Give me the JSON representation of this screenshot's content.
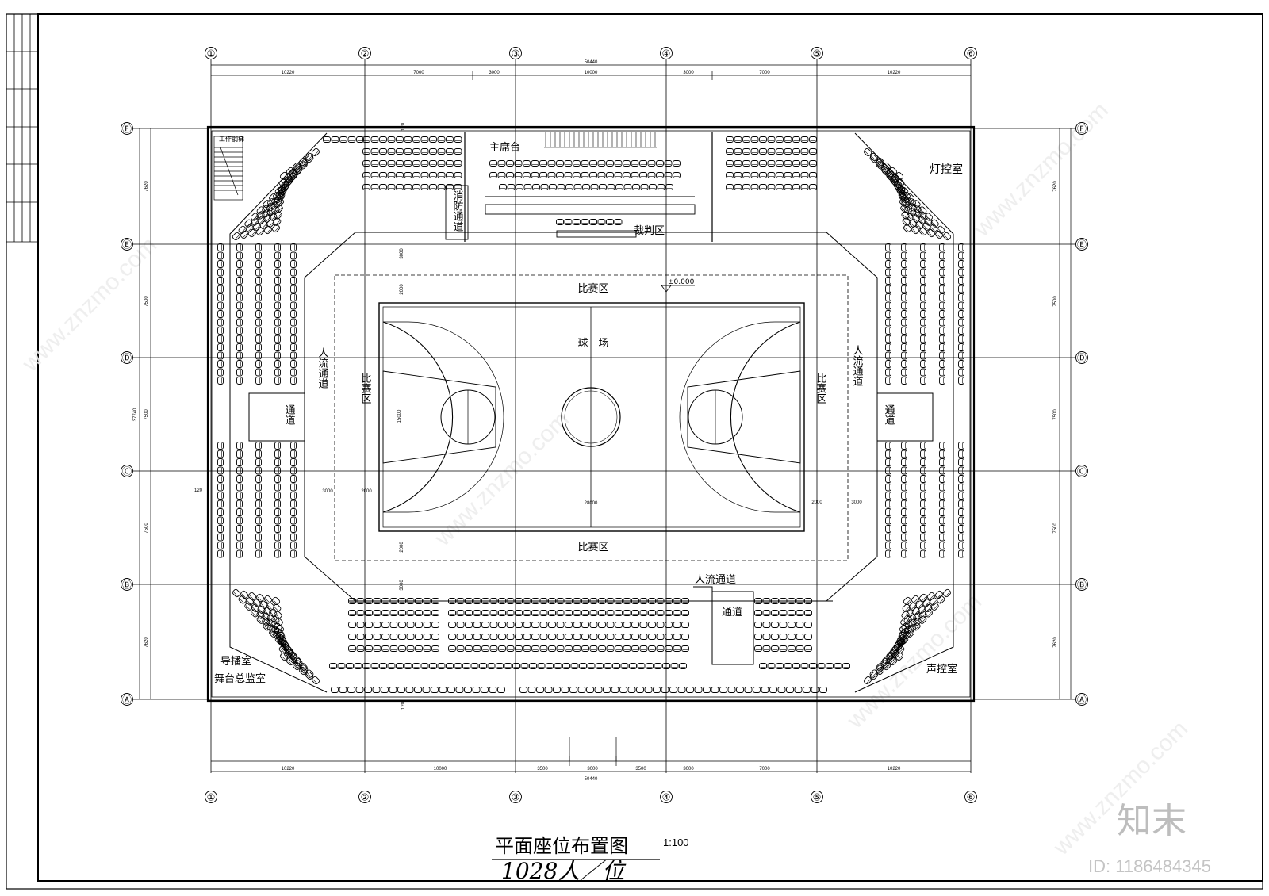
{
  "axes": {
    "columns": [
      "①",
      "②",
      "③",
      "④",
      "⑤",
      "⑥"
    ],
    "rows": [
      "Ⓕ",
      "Ⓔ",
      "Ⓓ",
      "Ⓒ",
      "Ⓑ",
      "Ⓐ"
    ]
  },
  "dimensions": {
    "top_total": "50440",
    "top_segments": [
      "10220",
      "7000",
      "3000",
      "10000",
      "3000",
      "7000",
      "10220"
    ],
    "bottom_total": "50440",
    "bottom_segments": [
      "10220",
      "10000",
      "3500",
      "3000",
      "3500",
      "3000",
      "7000",
      "10220"
    ],
    "left_total": "37740",
    "side_segments": [
      "7620",
      "7500",
      "7500",
      "7500",
      "7620"
    ],
    "court_length": "28000",
    "court_width": "15000",
    "zone_2000": "2000",
    "zone_3000": "3000",
    "small_120": "120"
  },
  "rooms": {
    "stair": "工作钢梯",
    "main_stand": "主席台",
    "fire_passage": "消防通道",
    "referee": "裁判区",
    "light_control": "灯控室",
    "broadcast": "导播室",
    "stage_supervisor": "舞台总监室",
    "sound_control": "声控室"
  },
  "zones": {
    "competition_top": "比赛区",
    "competition_bottom": "比赛区",
    "competition_left": "比赛区",
    "competition_right": "比赛区",
    "court": "球　场",
    "elevation": "±0.000"
  },
  "passages": {
    "people_flow_left": "人流通道",
    "people_flow_right": "人流通道",
    "people_flow_bottom": "人流通道",
    "passage_left": "通道",
    "passage_right": "通道",
    "passage_bottom": "通道"
  },
  "title": {
    "main": "平面座位布置图",
    "scale": "1:100",
    "capacity": "1028人／位"
  },
  "watermark": {
    "brand": "知末",
    "id": "ID: 1186484345",
    "site": "www.znzmo.com"
  }
}
